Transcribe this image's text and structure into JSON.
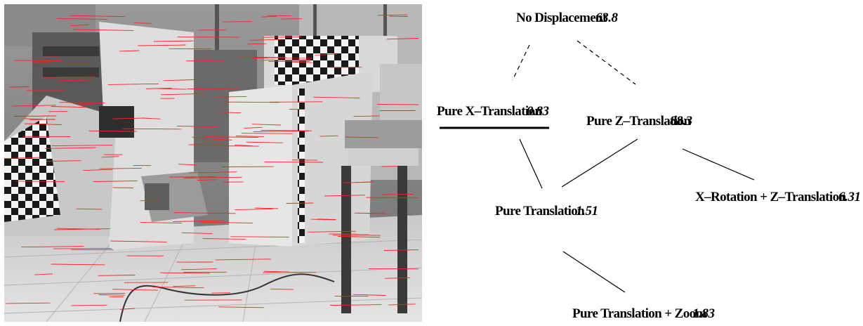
{
  "photo": {
    "description_icon": "scene-photo-with-red-flow-lines"
  },
  "colors": {
    "flow_line": "#ff2020",
    "edge": "#000000"
  },
  "tree": {
    "nodes": [
      {
        "id": "root",
        "label": "No Displacement",
        "value": "63.8"
      },
      {
        "id": "puretx",
        "label": "Pure X–Translation",
        "value": "0.83"
      },
      {
        "id": "puretz",
        "label": "Pure Z–Translation",
        "value": "88.3"
      },
      {
        "id": "xrotz",
        "label": "X–Rotation + Z–Translation",
        "value": "6.31"
      },
      {
        "id": "puret",
        "label": "Pure Translation",
        "value": "1.51"
      },
      {
        "id": "puretzoom",
        "label": "Pure Translation + Zoom",
        "value": "1.83"
      }
    ],
    "selected_node": "puretx"
  }
}
